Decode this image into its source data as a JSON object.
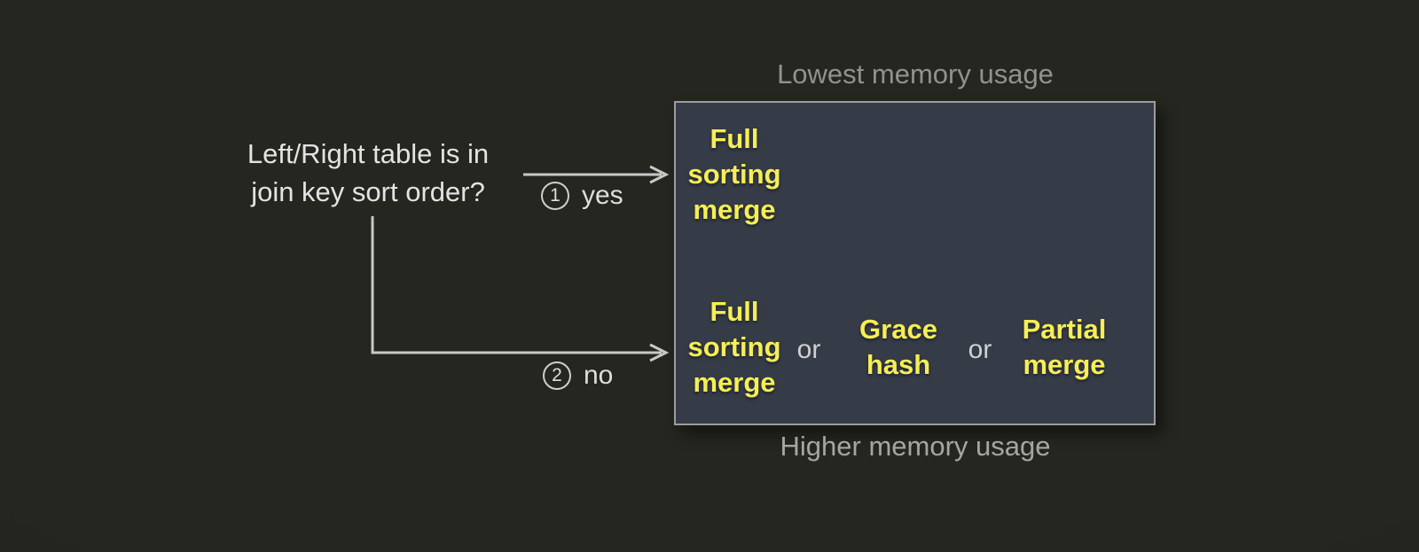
{
  "colors": {
    "background": "#22241e",
    "box_fill": "#353b47",
    "box_border": "#9d9d9d",
    "highlight_text": "#f6ee55",
    "muted_label": "#919191",
    "muted_label_bottom": "#a5a5a5",
    "primary_text": "#e3e3e3",
    "connector": "#c8c8c8"
  },
  "question": {
    "text": "Left/Right table is in\njoin key sort order?"
  },
  "branches": {
    "yes": {
      "number": "1",
      "label": "yes"
    },
    "no": {
      "number": "2",
      "label": "no"
    }
  },
  "memory_scale": {
    "top": "Lowest memory usage",
    "bottom": "Higher memory usage"
  },
  "matrix": {
    "sorted_row": {
      "items": [
        {
          "text": "Full\nsorting\nmerge"
        }
      ]
    },
    "unsorted_row": {
      "separator": "or",
      "items": [
        {
          "text": "Full\nsorting\nmerge"
        },
        {
          "text": "Grace\nhash"
        },
        {
          "text": "Partial\nmerge"
        }
      ]
    }
  }
}
